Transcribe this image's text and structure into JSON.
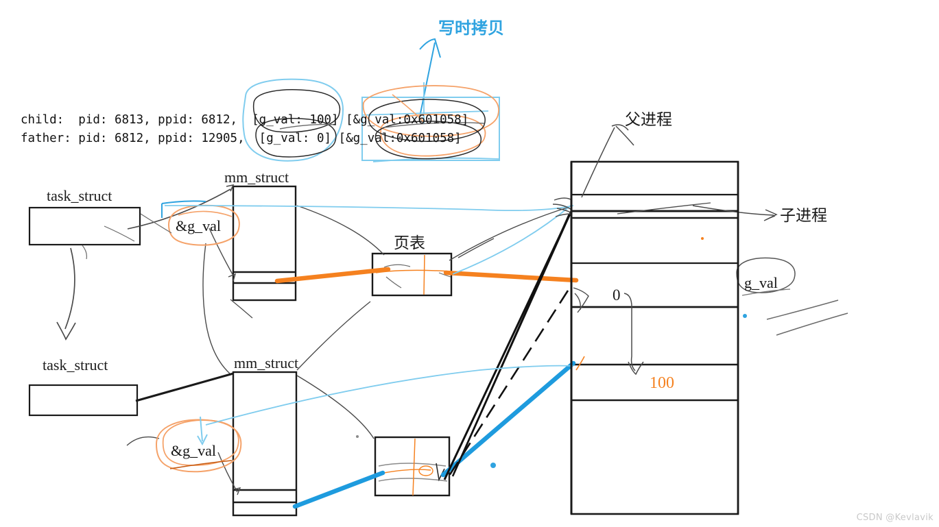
{
  "title_note": {
    "text": "写时拷贝",
    "color": "#2FA3E0"
  },
  "terminal_output": {
    "line1": "child:  pid: 6813, ppid: 6812,  [g_val: 100] [&g_val:0x601058]",
    "line2": "father: pid: 6812, ppid: 12905,  [g_val: 0] [&g_val:0x601058]",
    "child_pid": "6813",
    "child_ppid": "6812",
    "child_g_val": "100",
    "child_g_val_addr": "0x601058",
    "father_pid": "6812",
    "father_ppid": "12905",
    "father_g_val": "0",
    "father_g_val_addr": "0x601058"
  },
  "structs": {
    "parent_task_label": "task_struct",
    "child_task_label": "task_struct",
    "parent_mm_label": "mm_struct",
    "child_mm_label": "mm_struct",
    "parent_gval_label": "&g_val",
    "child_gval_label": "&g_val"
  },
  "page_table": {
    "label": "页表"
  },
  "memory": {
    "parent_label": "父进程",
    "child_label": "子进程",
    "gval_label": "g_val",
    "old_value": "0",
    "new_value": "100",
    "old_value_color": "#1a1a1a",
    "new_value_color": "#F5811F"
  },
  "palette": {
    "ink": "#1a1a1a",
    "pen_blue": "#2FA3E0",
    "pen_orange": "#F5811F",
    "thick_blue": "#1E9BDE",
    "thick_orange": "#F5811F",
    "pencil_gray": "#5a5a5a",
    "watermark": "#c9c9c9"
  },
  "watermark": {
    "text": "CSDN @Kevlavik"
  }
}
